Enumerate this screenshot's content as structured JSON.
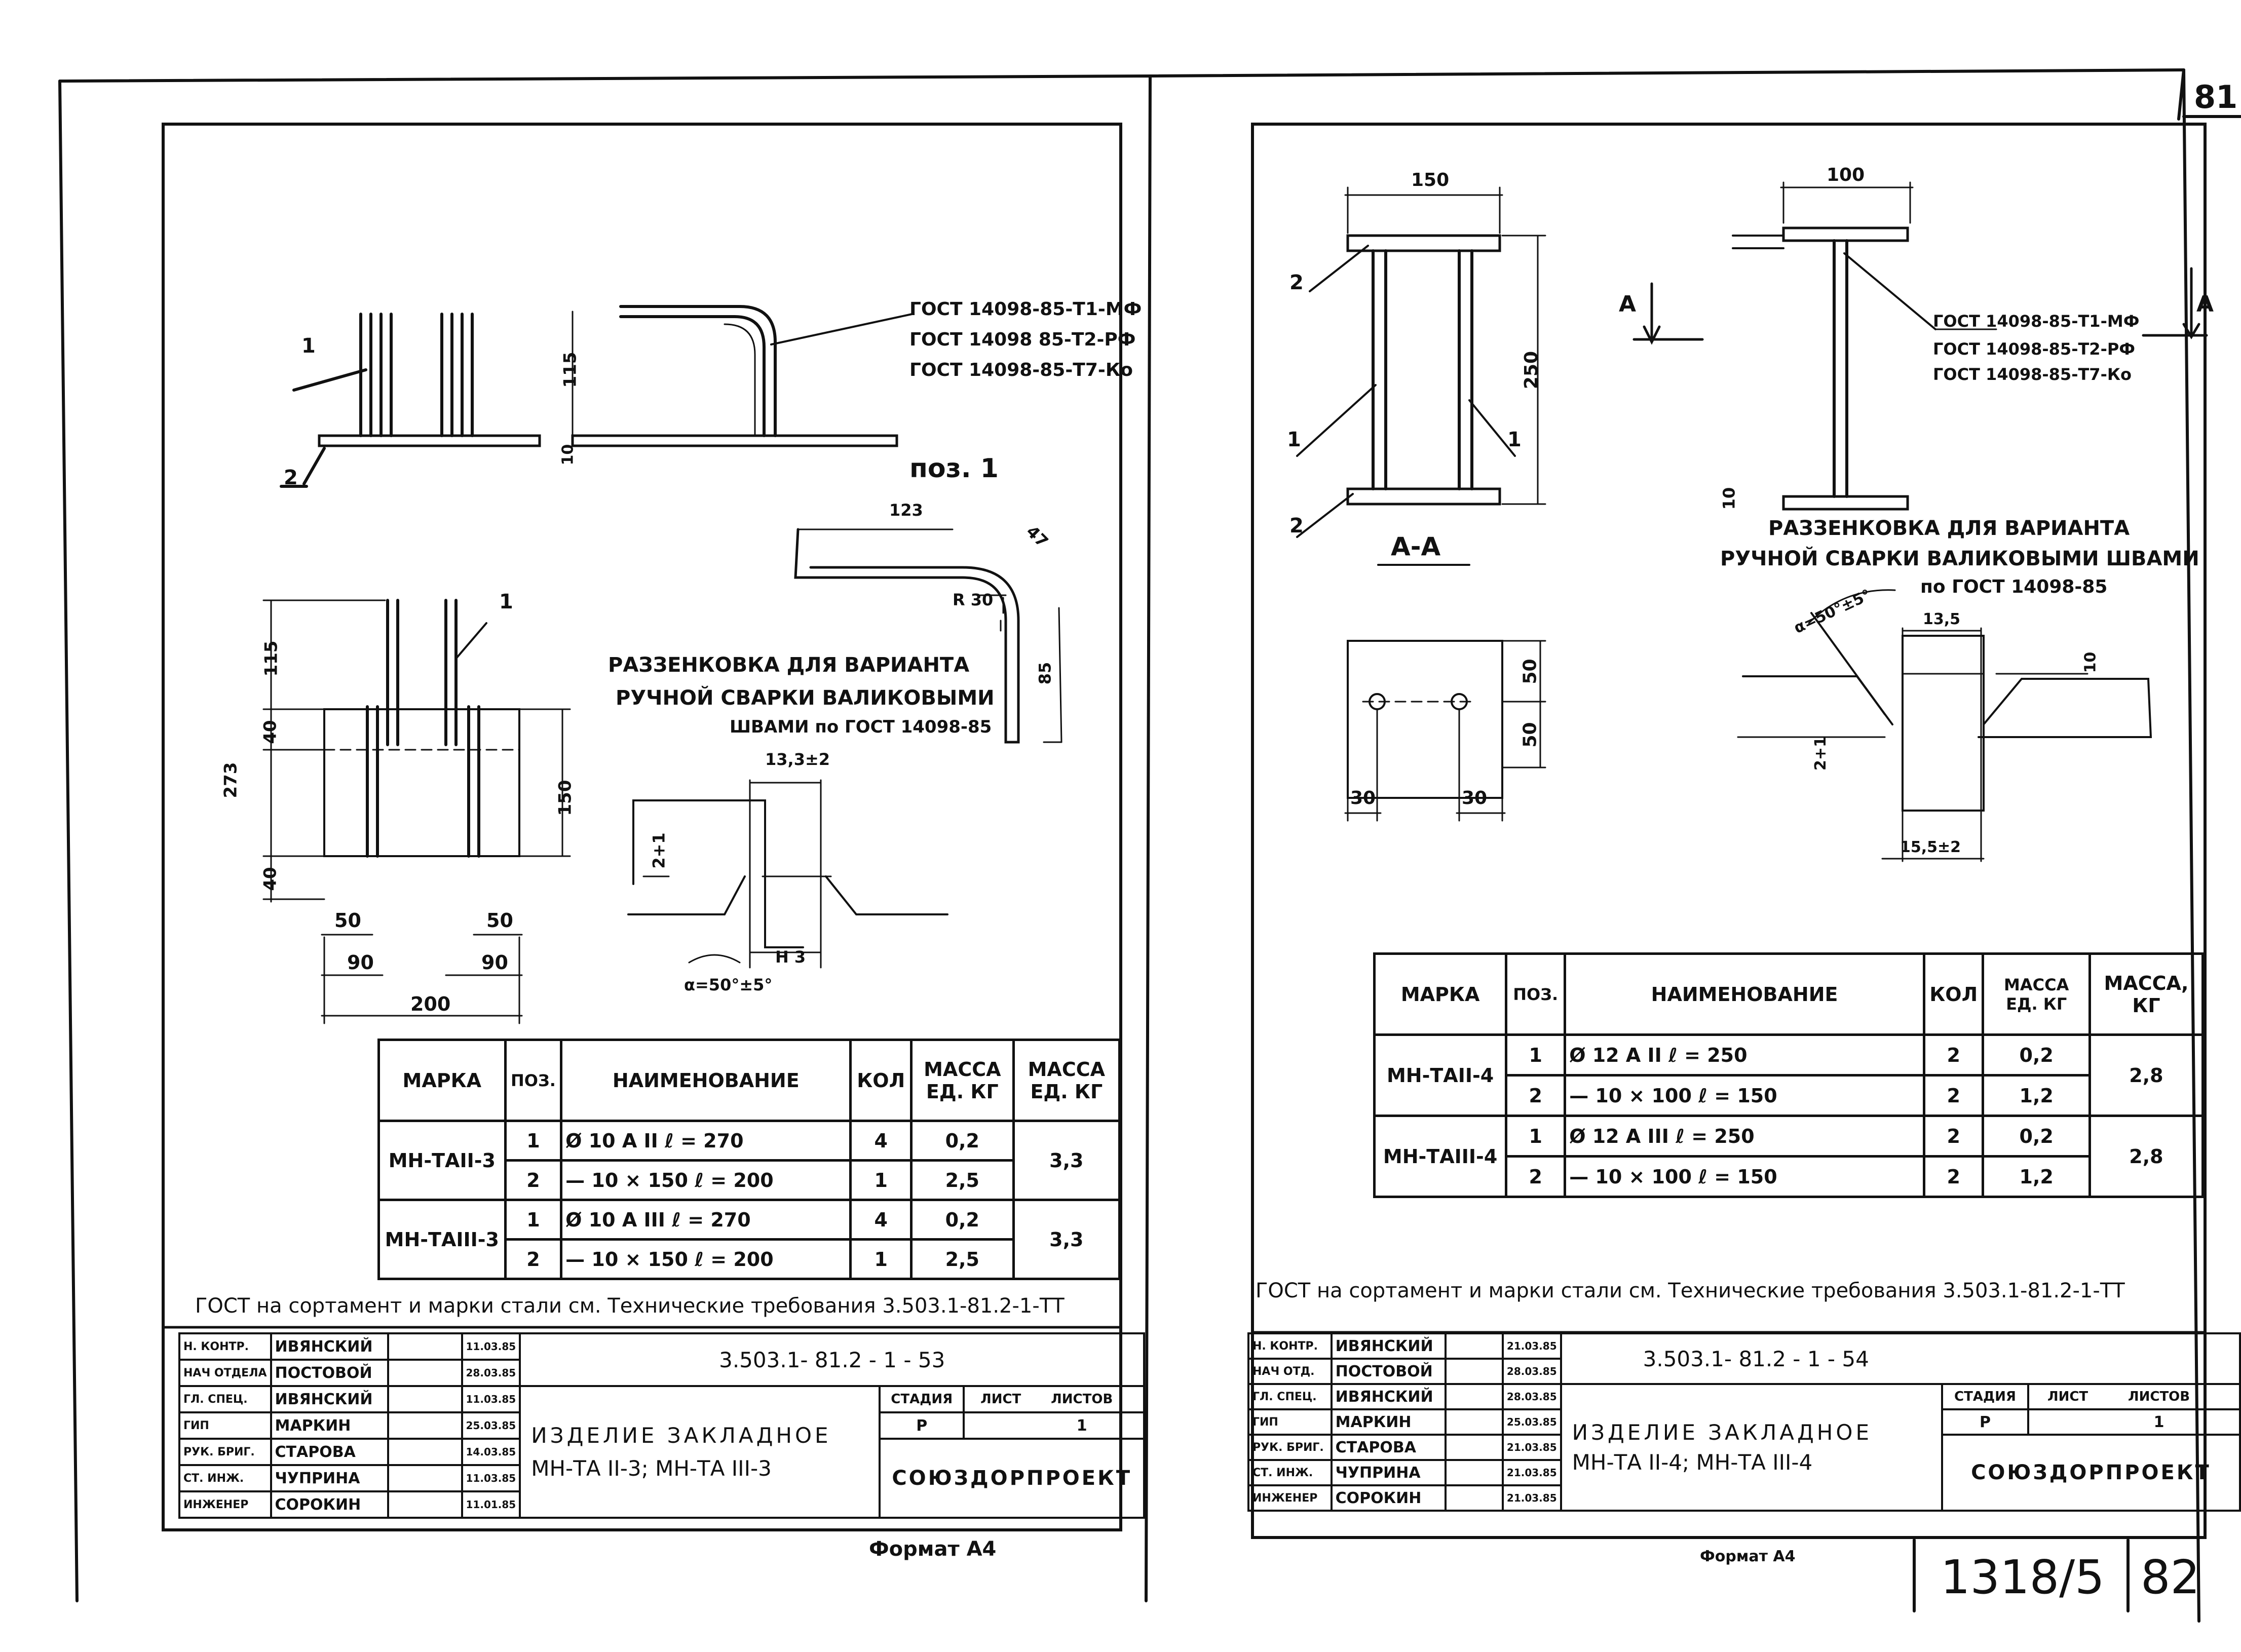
{
  "page_corner_number": "81",
  "archive_number": "1318/5",
  "archive_page": "82",
  "left": {
    "gost_refs": [
      "ГОСТ 14098-85-Т1-МФ",
      "ГОСТ 14098 85-Т2-РФ",
      "ГОСТ 14098-85-Т7-Ко"
    ],
    "poz_label": "поз. 1",
    "callouts": {
      "one_a": "1",
      "two_a": "2",
      "one_b": "1"
    },
    "dims": {
      "h115": "115",
      "h10": "10",
      "b123": "123",
      "b47": "47",
      "r30": "R 30",
      "b85": "85",
      "v115": "115",
      "v40a": "40",
      "v273": "273",
      "v150": "150",
      "v40b": "40",
      "d50a": "50",
      "d50b": "50",
      "d90a": "90",
      "d90b": "90",
      "d200": "200",
      "w133": "13,3±2",
      "g2": "2+1",
      "h3": "Н 3",
      "angle": "α=50°±5°"
    },
    "countersink_note": [
      "РАЗЗЕНКОВКА ДЛЯ ВАРИАНТА",
      "РУЧНОЙ СВАРКИ ВАЛИКОВЫМИ",
      "ШВАМИ по ГОСТ 14098-85"
    ],
    "table": {
      "headers": {
        "mark": "МАРКА",
        "poz": "ПОЗ.",
        "name": "НАИМЕНОВАНИЕ",
        "qty": "КОЛ",
        "mass_unit": "МАССА ЕД. КГ",
        "mass_total": "МАССА ЕД. КГ"
      },
      "groups": [
        {
          "mark": "МН-ТАII-3",
          "total": "3,3",
          "rows": [
            {
              "poz": "1",
              "name": "Ø 10 А II   ℓ = 270",
              "qty": "4",
              "mass": "0,2"
            },
            {
              "poz": "2",
              "name": "— 10 × 150   ℓ = 200",
              "qty": "1",
              "mass": "2,5"
            }
          ]
        },
        {
          "mark": "МН-ТАIII-3",
          "total": "3,3",
          "rows": [
            {
              "poz": "1",
              "name": "Ø 10 А III   ℓ = 270",
              "qty": "4",
              "mass": "0,2"
            },
            {
              "poz": "2",
              "name": "— 10 × 150   ℓ = 200",
              "qty": "1",
              "mass": "2,5"
            }
          ]
        }
      ]
    },
    "note": "ГОСТ на сортамент и марки стали см. Технические требования 3.503.1-81.2-1-ТТ",
    "stamp": {
      "roles": [
        {
          "role": "Н. КОНТР.",
          "name": "ИВЯНСКИЙ",
          "date": "11.03.85"
        },
        {
          "role": "НАЧ ОТДЕЛА",
          "name": "ПОСТОВОЙ",
          "date": "28.03.85"
        },
        {
          "role": "ГЛ. СПЕЦ.",
          "name": "ИВЯНСКИЙ",
          "date": "11.03.85"
        },
        {
          "role": "ГИП",
          "name": "МАРКИН",
          "date": "25.03.85"
        },
        {
          "role": "РУК. БРИГ.",
          "name": "СТАРОВА",
          "date": "14.03.85"
        },
        {
          "role": "СТ. ИНЖ.",
          "name": "ЧУПРИНА",
          "date": "11.03.85"
        },
        {
          "role": "ИНЖЕНЕР",
          "name": "СОРОКИН",
          "date": "11.01.85"
        }
      ],
      "code": "3.503.1- 81.2 - 1 - 53",
      "title_1": "ИЗДЕЛИЕ ЗАКЛАДНОЕ",
      "title_2": "МН-ТА II-3; МН-ТА III-3",
      "stage_label": "СТАДИЯ",
      "sheet_label": "ЛИСТ",
      "sheets_label": "ЛИСТОВ",
      "stage": "Р",
      "sheet": "",
      "sheets": "1",
      "org": "СОЮЗДОРПРОЕКТ"
    },
    "format": "Формат А4"
  },
  "right": {
    "section_mark": "А",
    "section_label": "А-А",
    "callouts": {
      "two_a": "2",
      "one_a": "1",
      "one_b": "1",
      "two_b": "2"
    },
    "gost_refs": [
      "ГОСТ 14098-85-Т1-МФ",
      "ГОСТ 14098-85-Т2-РФ",
      "ГОСТ 14098-85-Т7-Ко"
    ],
    "dims": {
      "w150": "150",
      "v250": "250",
      "w100": "100",
      "v10": "10",
      "p50a": "50",
      "p50b": "50",
      "p30a": "30",
      "p30b": "30",
      "angle": "α=50°±5°",
      "w135": "13,5",
      "g2": "2+1",
      "t10": "10",
      "w155": "15,5±2"
    },
    "countersink_note": [
      "РАЗЗЕНКОВКА ДЛЯ ВАРИАНТА",
      "РУЧНОЙ СВАРКИ ВАЛИКОВЫМИ ШВАМИ",
      "по ГОСТ 14098-85"
    ],
    "table": {
      "headers": {
        "mark": "МАРКА",
        "poz": "ПОЗ.",
        "name": "НАИМЕНОВАНИЕ",
        "qty": "КОЛ",
        "mass_unit": "МАССА ЕД. КГ",
        "mass_total": "МАССА, КГ"
      },
      "groups": [
        {
          "mark": "МН-ТАII-4",
          "total": "2,8",
          "rows": [
            {
              "poz": "1",
              "name": "Ø 12 А II   ℓ = 250",
              "qty": "2",
              "mass": "0,2"
            },
            {
              "poz": "2",
              "name": "— 10 × 100   ℓ = 150",
              "qty": "2",
              "mass": "1,2"
            }
          ]
        },
        {
          "mark": "МН-ТАIII-4",
          "total": "2,8",
          "rows": [
            {
              "poz": "1",
              "name": "Ø 12 А III   ℓ = 250",
              "qty": "2",
              "mass": "0,2"
            },
            {
              "poz": "2",
              "name": "— 10 × 100   ℓ = 150",
              "qty": "2",
              "mass": "1,2"
            }
          ]
        }
      ]
    },
    "note": "ГОСТ на сортамент и марки стали см. Технические требования 3.503.1-81.2-1-ТТ",
    "stamp": {
      "roles": [
        {
          "role": "Н. КОНТР.",
          "name": "ИВЯНСКИЙ",
          "date": "21.03.85"
        },
        {
          "role": "НАЧ ОТД.",
          "name": "ПОСТОВОЙ",
          "date": "28.03.85"
        },
        {
          "role": "ГЛ. СПЕЦ.",
          "name": "ИВЯНСКИЙ",
          "date": "28.03.85"
        },
        {
          "role": "ГИП",
          "name": "МАРКИН",
          "date": "25.03.85"
        },
        {
          "role": "РУК. БРИГ.",
          "name": "СТАРОВА",
          "date": "21.03.85"
        },
        {
          "role": "СТ. ИНЖ.",
          "name": "ЧУПРИНА",
          "date": "21.03.85"
        },
        {
          "role": "ИНЖЕНЕР",
          "name": "СОРОКИН",
          "date": "21.03.85"
        }
      ],
      "code": "3.503.1- 81.2 - 1 - 54",
      "title_1": "ИЗДЕЛИЕ ЗАКЛАДНОЕ",
      "title_2": "МН-ТА II-4; МН-ТА III-4",
      "stage_label": "СТАДИЯ",
      "sheet_label": "ЛИСТ",
      "sheets_label": "ЛИСТОВ",
      "stage": "Р",
      "sheet": "",
      "sheets": "1",
      "org": "СОЮЗДОРПРОЕКТ"
    },
    "format": "Формат А4"
  }
}
